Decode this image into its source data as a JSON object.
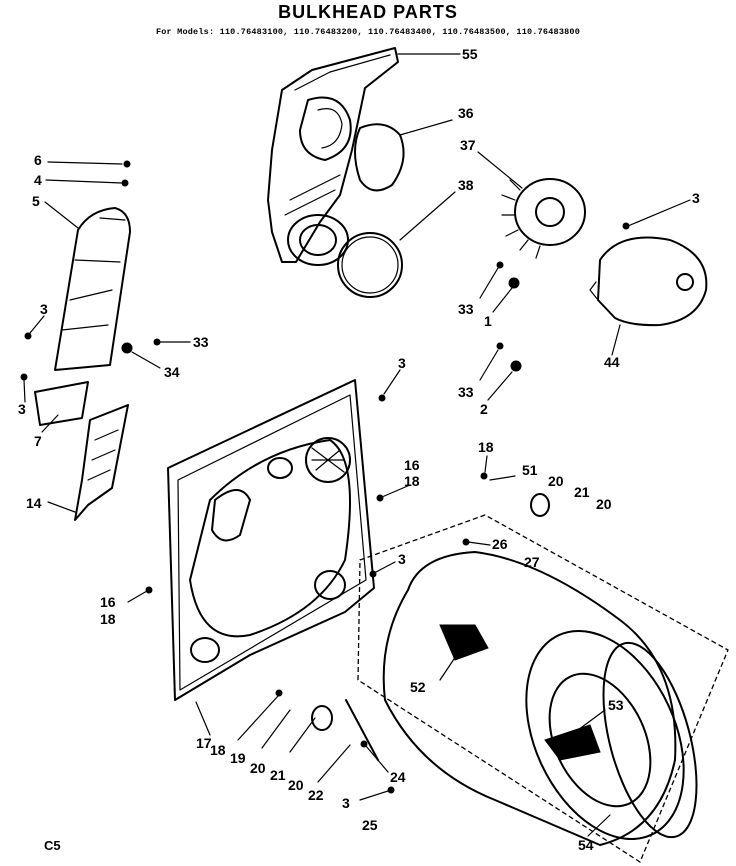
{
  "title": "BULKHEAD PARTS",
  "models": "For Models: 110.76483100, 110.76483200, 110.76483400, 110.76483500, 110.76483800",
  "footer_code": "C5",
  "callouts": [
    "55",
    "36",
    "37",
    "38",
    "3",
    "6",
    "4",
    "5",
    "3",
    "33",
    "34",
    "3",
    "7",
    "14",
    "33",
    "1",
    "44",
    "33",
    "2",
    "3",
    "18",
    "16",
    "18",
    "51",
    "20",
    "21",
    "20",
    "3",
    "26",
    "27",
    "16",
    "18",
    "52",
    "53",
    "17",
    "18",
    "19",
    "20",
    "21",
    "20",
    "22",
    "24",
    "3",
    "25",
    "54"
  ],
  "colors": {
    "ink": "#000000",
    "paper": "#ffffff"
  }
}
